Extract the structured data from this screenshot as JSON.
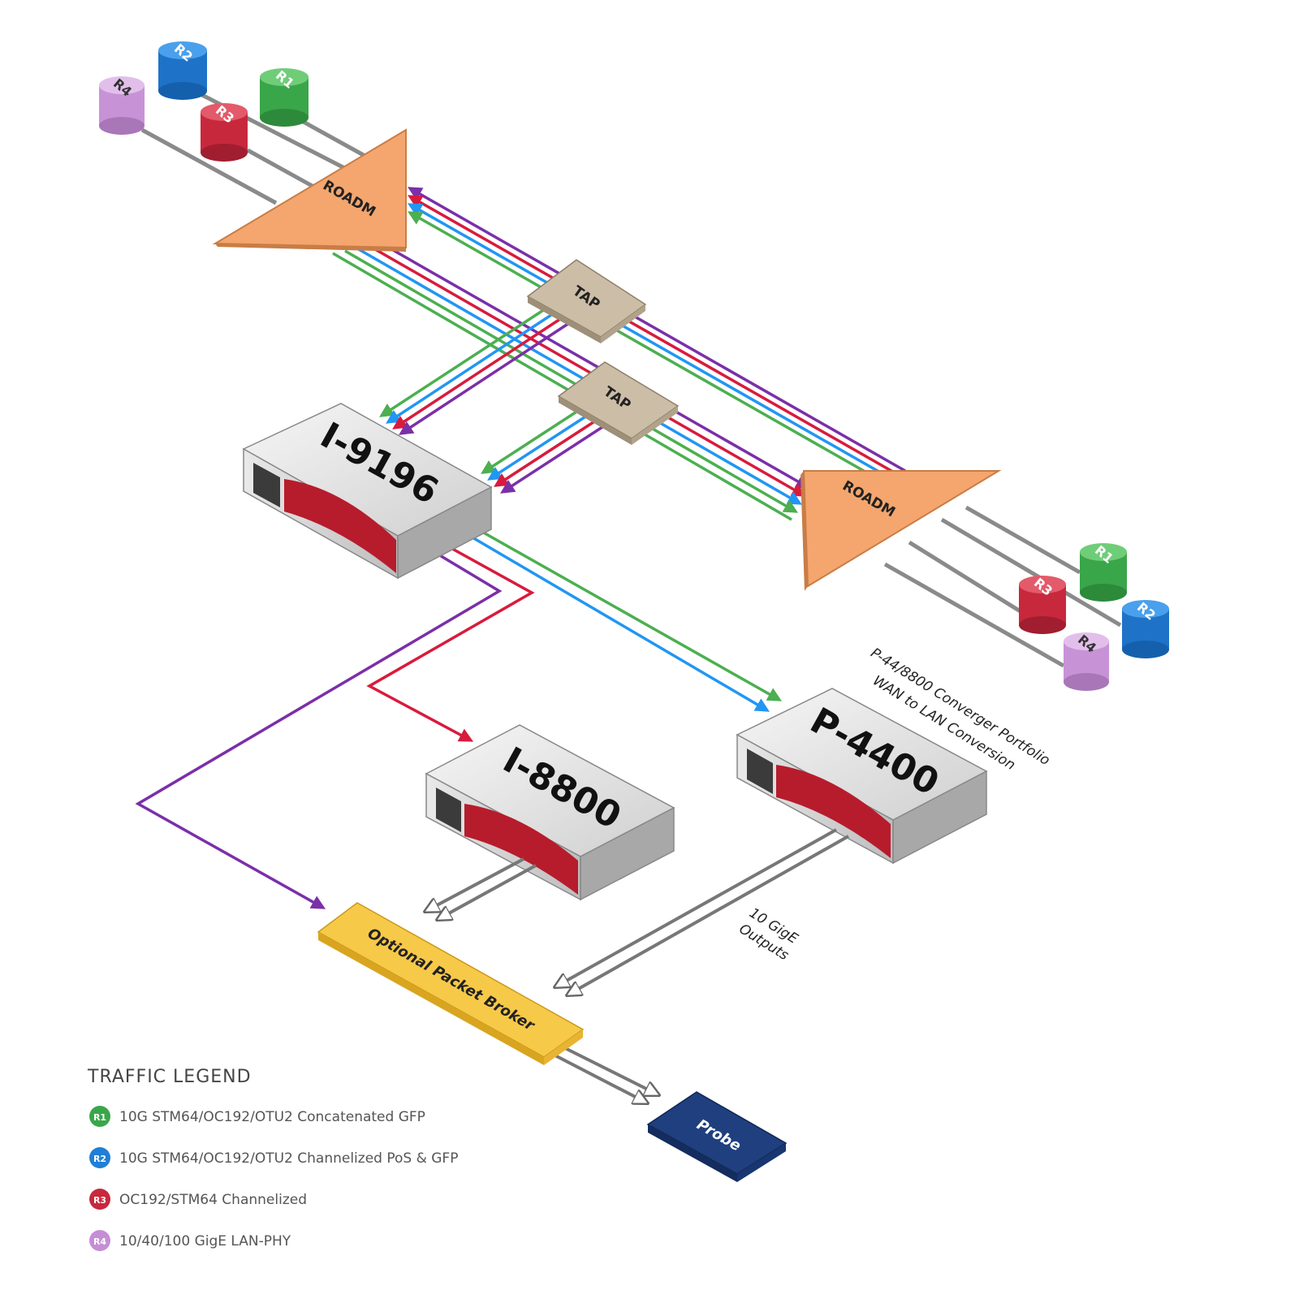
{
  "routers": {
    "r1": "R1",
    "r2": "R2",
    "r3": "R3",
    "r4": "R4"
  },
  "nodes": {
    "roadm": "ROADM",
    "tap": "TAP",
    "i9196": "I-9196",
    "i8800": "I-8800",
    "p4400": "P-4400",
    "broker": "Optional Packet Broker",
    "probe": "Probe"
  },
  "annotations": {
    "converger_line1": "P-44/8800 Converger Portfolio",
    "converger_line2": "WAN to LAN Conversion",
    "outputs_line1": "10 GigE",
    "outputs_line2": "Outputs"
  },
  "legend": {
    "title": "TRAFFIC LEGEND",
    "items": [
      {
        "badge": "R1",
        "label": "10G STM64/OC192/OTU2 Concatenated GFP",
        "color": "#3aa64a"
      },
      {
        "badge": "R2",
        "label": "10G STM64/OC192/OTU2 Channelized PoS & GFP",
        "color": "#1f7fd6"
      },
      {
        "badge": "R3",
        "label": "OC192/STM64 Channelized",
        "color": "#c8283c"
      },
      {
        "badge": "R4",
        "label": "10/40/100 GigE LAN-PHY",
        "color": "#c58ed6"
      }
    ]
  },
  "colors": {
    "r1": "#3aa64a",
    "r2": "#1f7fd6",
    "r3": "#c8283c",
    "r4": "#c58ed6",
    "trace_green": "#4caf50",
    "trace_blue": "#2196f3",
    "trace_red": "#d81b3c",
    "trace_purple": "#7b2fa8",
    "roadm": "#f4a66e",
    "tap": "#c9b9a3",
    "broker": "#f7c948",
    "probe": "#1f3f7f",
    "device_red": "#b71c2c"
  }
}
